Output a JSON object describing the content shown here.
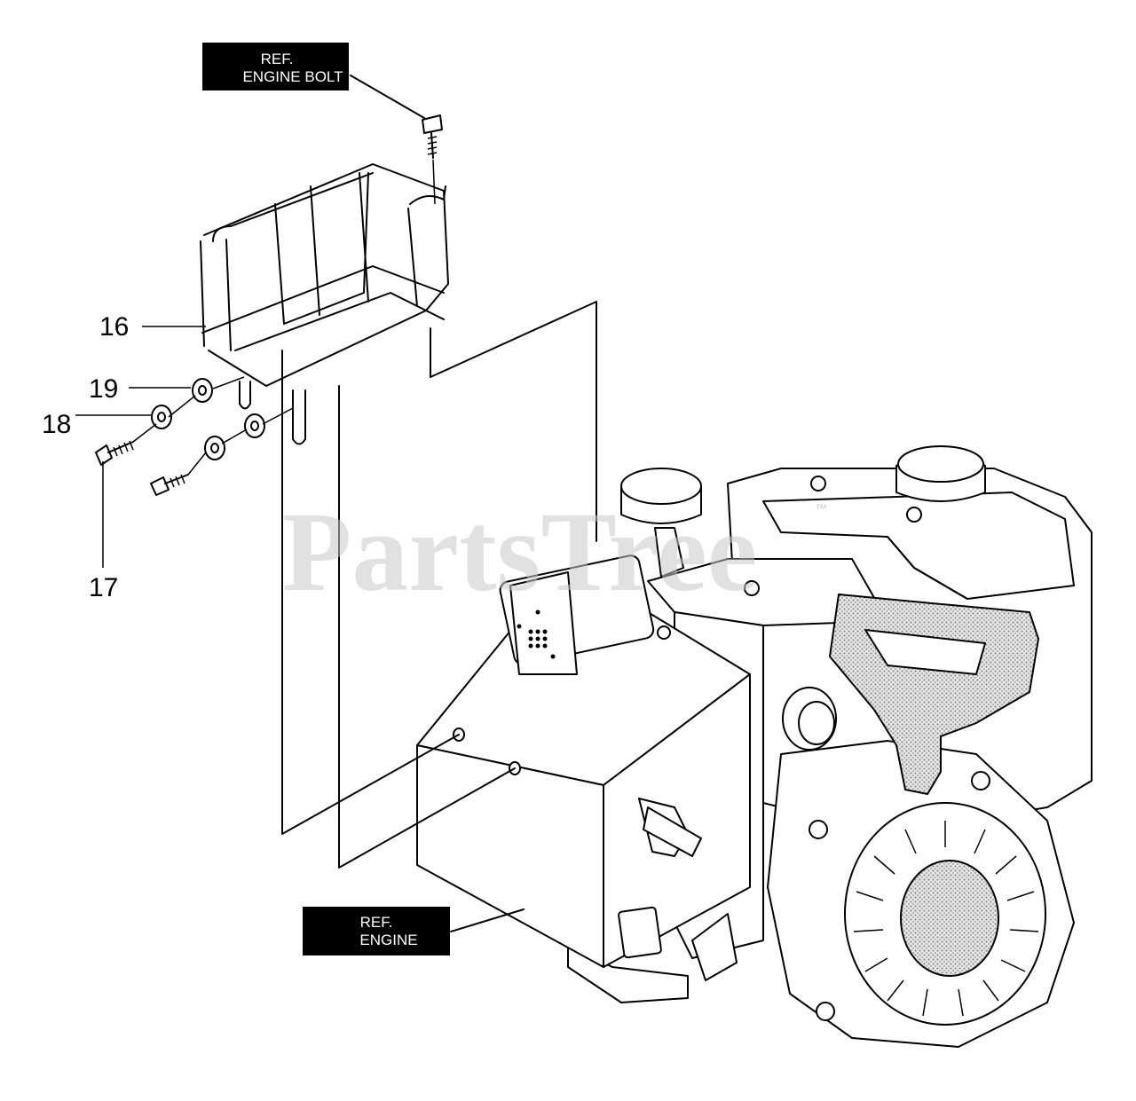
{
  "callouts": {
    "engine_bolt_ref": [
      "REF.",
      "ENGINE BOLT"
    ],
    "engine_ref": [
      "REF.",
      "ENGINE"
    ]
  },
  "parts": {
    "p16": "16",
    "p17": "17",
    "p18": "18",
    "p19": "19"
  },
  "watermark": {
    "text": "PartsTree",
    "tm": "™"
  },
  "colors": {
    "ink": "#000000",
    "paper": "#ffffff",
    "watermark": "#c9c9c9",
    "stipple": "#8a8a8a"
  }
}
